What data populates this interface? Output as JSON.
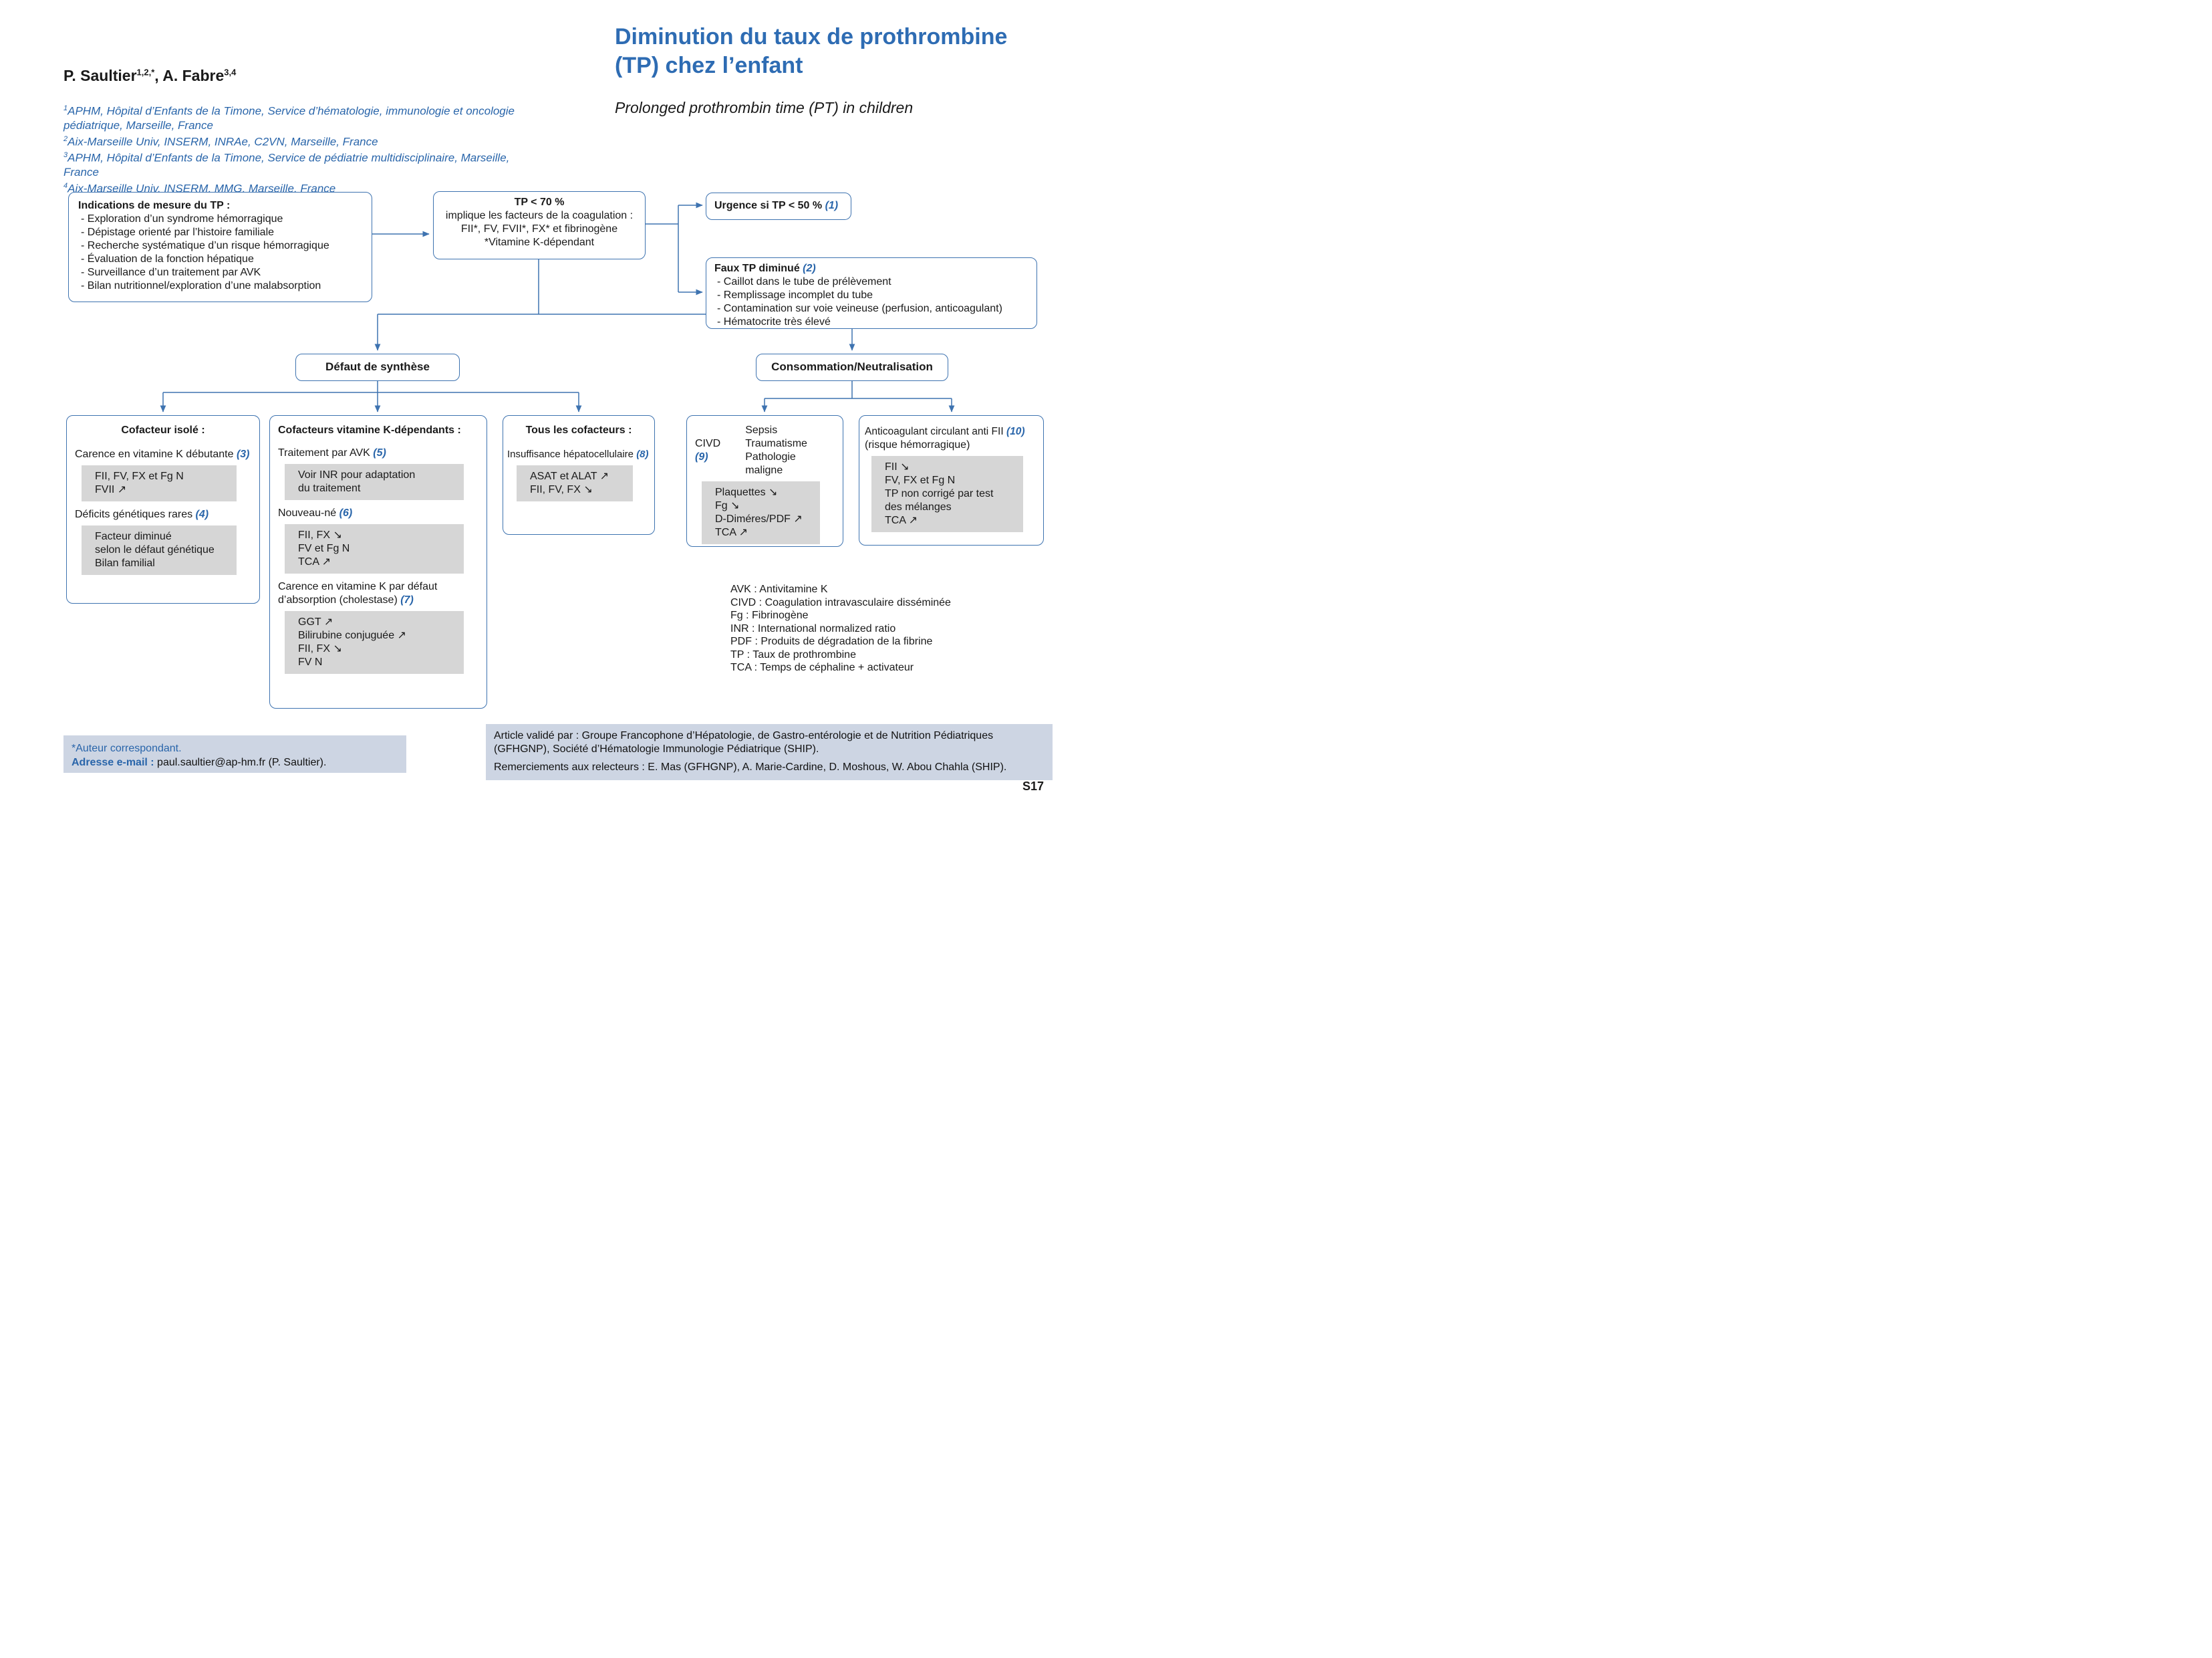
{
  "colors": {
    "accent_blue": "#2965aa",
    "title_blue": "#2e6cb3",
    "border_blue": "#3e73b0",
    "gray_box": "#d6d6d6",
    "footer_bg": "#cdd5e3"
  },
  "header": {
    "authors": {
      "a1": "P. Saultier",
      "a1_sup": "1,2,*",
      "a2": ", A. Fabre",
      "a2_sup": "3,4"
    },
    "affiliations": [
      {
        "sup": "1",
        "text": "APHM, Hôpital d’Enfants de la Timone, Service d’hématologie, immunologie et oncologie pédiatrique, Marseille, France"
      },
      {
        "sup": "2",
        "text": "Aix-Marseille Univ, INSERM, INRAe, C2VN, Marseille, France"
      },
      {
        "sup": "3",
        "text": "APHM, Hôpital d’Enfants de la Timone, Service de pédiatrie multidisciplinaire, Marseille, France"
      },
      {
        "sup": "4",
        "text": "Aix-Marseille Univ, INSERM, MMG, Marseille, France"
      }
    ],
    "title_fr": {
      "line1": "Diminution du taux de prothrombine",
      "line2": "(TP) chez l’enfant"
    },
    "title_en": "Prolonged prothrombin time (PT) in children"
  },
  "flowchart": {
    "indications": {
      "title": "Indications de mesure du TP :",
      "items": [
        "- Exploration d’un syndrome hémorragique",
        "- Dépistage orienté par l’histoire familiale",
        "- Recherche systématique d’un risque hémorragique",
        "- Évaluation de la fonction hépatique",
        "- Surveillance d’un traitement par AVK",
        "- Bilan nutritionnel/exploration d’une malabsorption"
      ]
    },
    "tp70": {
      "line1": "TP < 70 %",
      "line2": "implique les facteurs de la coagulation :",
      "line3": "FII*, FV, FVII*, FX* et fibrinogène",
      "line4": "*Vitamine K-dépendant"
    },
    "urgence": {
      "text": "Urgence si TP < 50 % ",
      "ref": "(1)"
    },
    "faux_tp": {
      "title": "Faux TP diminué ",
      "ref": "(2)",
      "items": [
        "- Caillot dans le tube de prélèvement",
        "- Remplissage incomplet du tube",
        "- Contamination sur voie veineuse (perfusion, anticoagulant)",
        "- Hématocrite très élevé"
      ]
    },
    "defaut_synthese": "Défaut de synthèse",
    "consommation": "Consommation/Neutralisation",
    "cofacteur_isole": {
      "title": "Cofacteur isolé :",
      "s1": {
        "label": "Carence en vitamine K débutante ",
        "ref": "(3)",
        "box": [
          "FII, FV, FX et Fg N",
          "FVII ↗"
        ]
      },
      "s2": {
        "label": "Déficits génétiques rares ",
        "ref": "(4)",
        "box": [
          "Facteur diminué",
          "selon le défaut génétique",
          "Bilan familial"
        ]
      }
    },
    "cofacteurs_vitk": {
      "title": "Cofacteurs vitamine K-dépendants :",
      "s1": {
        "label": "Traitement par AVK ",
        "ref": "(5)",
        "box": [
          "Voir INR pour adaptation",
          "du traitement"
        ]
      },
      "s2": {
        "label": "Nouveau-né ",
        "ref": "(6)",
        "box": [
          "FII, FX ↘",
          "FV et Fg N",
          "TCA ↗"
        ]
      },
      "s3": {
        "label": "Carence en vitamine K par défaut d’absorption (cholestase) ",
        "ref": "(7)",
        "box": [
          "GGT ↗",
          "Bilirubine conjuguée ↗",
          "FII, FX ↘",
          "FV N"
        ]
      }
    },
    "tous_cofacteurs": {
      "title": "Tous les cofacteurs :",
      "s1": {
        "label": "Insuffisance hépatocellulaire ",
        "ref": "(8)",
        "box": [
          "ASAT et ALAT ↗",
          "FII, FV, FX ↘"
        ]
      }
    },
    "civd": {
      "label": "CIVD ",
      "ref": "(9)",
      "causes": [
        "Sepsis",
        "Traumatisme",
        "Pathologie maligne"
      ],
      "box": [
        "Plaquettes ↘",
        "Fg ↘",
        "D-Diméres/PDF ↗",
        "TCA ↗"
      ]
    },
    "anticoagulant": {
      "label": "Anticoagulant circulant anti FII ",
      "ref": "(10)",
      "sub": "(risque hémorragique)",
      "box": [
        "FII ↘",
        "FV, FX et Fg N",
        "TP non corrigé par test",
        "des mélanges",
        "TCA ↗"
      ]
    }
  },
  "abbreviations": {
    "items": [
      "AVK : Antivitamine K",
      "CIVD : Coagulation intravasculaire disséminée",
      "Fg : Fibrinogène",
      "INR : International normalized ratio",
      "PDF : Produits de dégradation de la fibrine",
      "TP : Taux de prothrombine",
      "TCA : Temps de céphaline + activateur"
    ]
  },
  "footer": {
    "correspondent": {
      "line1": "*Auteur correspondant.",
      "email_label": "Adresse e-mail :",
      "email_text": " paul.saultier@ap-hm.fr (P. Saultier)."
    },
    "validation": {
      "p1": "Article validé par : Groupe Francophone d’Hépatologie, de Gastro-entérologie et de Nutrition Pédiatriques (GFHGNP), Société d’Hématologie Immunologie Pédiatrique (SHIP).",
      "p2": "Remerciements aux relecteurs : E. Mas (GFHGNP), A. Marie-Cardine, D. Moshous, W. Abou Chahla (SHIP)."
    },
    "page_number": "S17"
  }
}
